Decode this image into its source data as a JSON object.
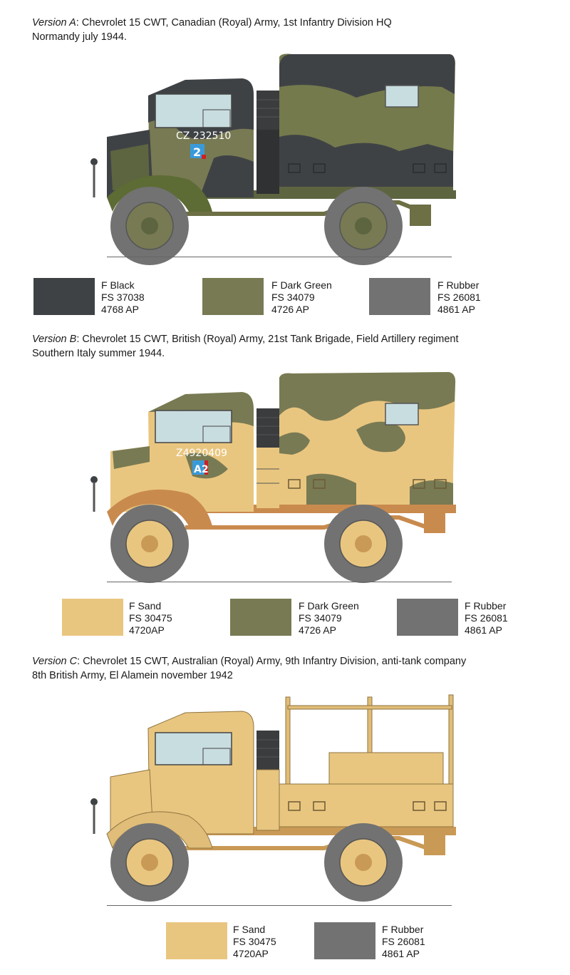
{
  "versions": [
    {
      "label": "Version A",
      "title": ": Chevrolet 15 CWT, Canadian (Royal) Army, 1st Infantry Division HQ",
      "line2": "Normandy july 1944.",
      "reg": "CZ 232510",
      "badge": "2",
      "colors": [
        {
          "name": "F Black",
          "fs": "FS 37038",
          "ap": "4768 AP",
          "hex": "#3f4245"
        },
        {
          "name": "F Dark Green",
          "fs": "FS 34079",
          "ap": "4726 AP",
          "hex": "#787a53"
        },
        {
          "name": "F Rubber",
          "fs": "FS 26081",
          "ap": "4861 AP",
          "hex": "#727272"
        }
      ]
    },
    {
      "label": "Version B",
      "title": ": Chevrolet 15 CWT, British (Royal) Army, 21st Tank Brigade, Field Artillery regiment",
      "line2": "Southern Italy summer 1944.",
      "reg": "Z4920409",
      "badge": "A2",
      "colors": [
        {
          "name": "F Sand",
          "fs": "FS 30475",
          "ap": "4720AP",
          "hex": "#e9c680"
        },
        {
          "name": "F Dark Green",
          "fs": "FS 34079",
          "ap": "4726 AP",
          "hex": "#787a53"
        },
        {
          "name": "F Rubber",
          "fs": "FS 26081",
          "ap": "4861 AP",
          "hex": "#727272"
        }
      ]
    },
    {
      "label": "Version C",
      "title": ": Chevrolet 15 CWT, Australian (Royal) Army, 9th Infantry Division, anti-tank company",
      "line2": "8th British Army, El Alamein november 1942",
      "colors": [
        {
          "name": "F Sand",
          "fs": "FS 30475",
          "ap": "4720AP",
          "hex": "#e9c680"
        },
        {
          "name": "F Rubber",
          "fs": "FS 26081",
          "ap": "4861 AP",
          "hex": "#727272"
        }
      ]
    }
  ]
}
